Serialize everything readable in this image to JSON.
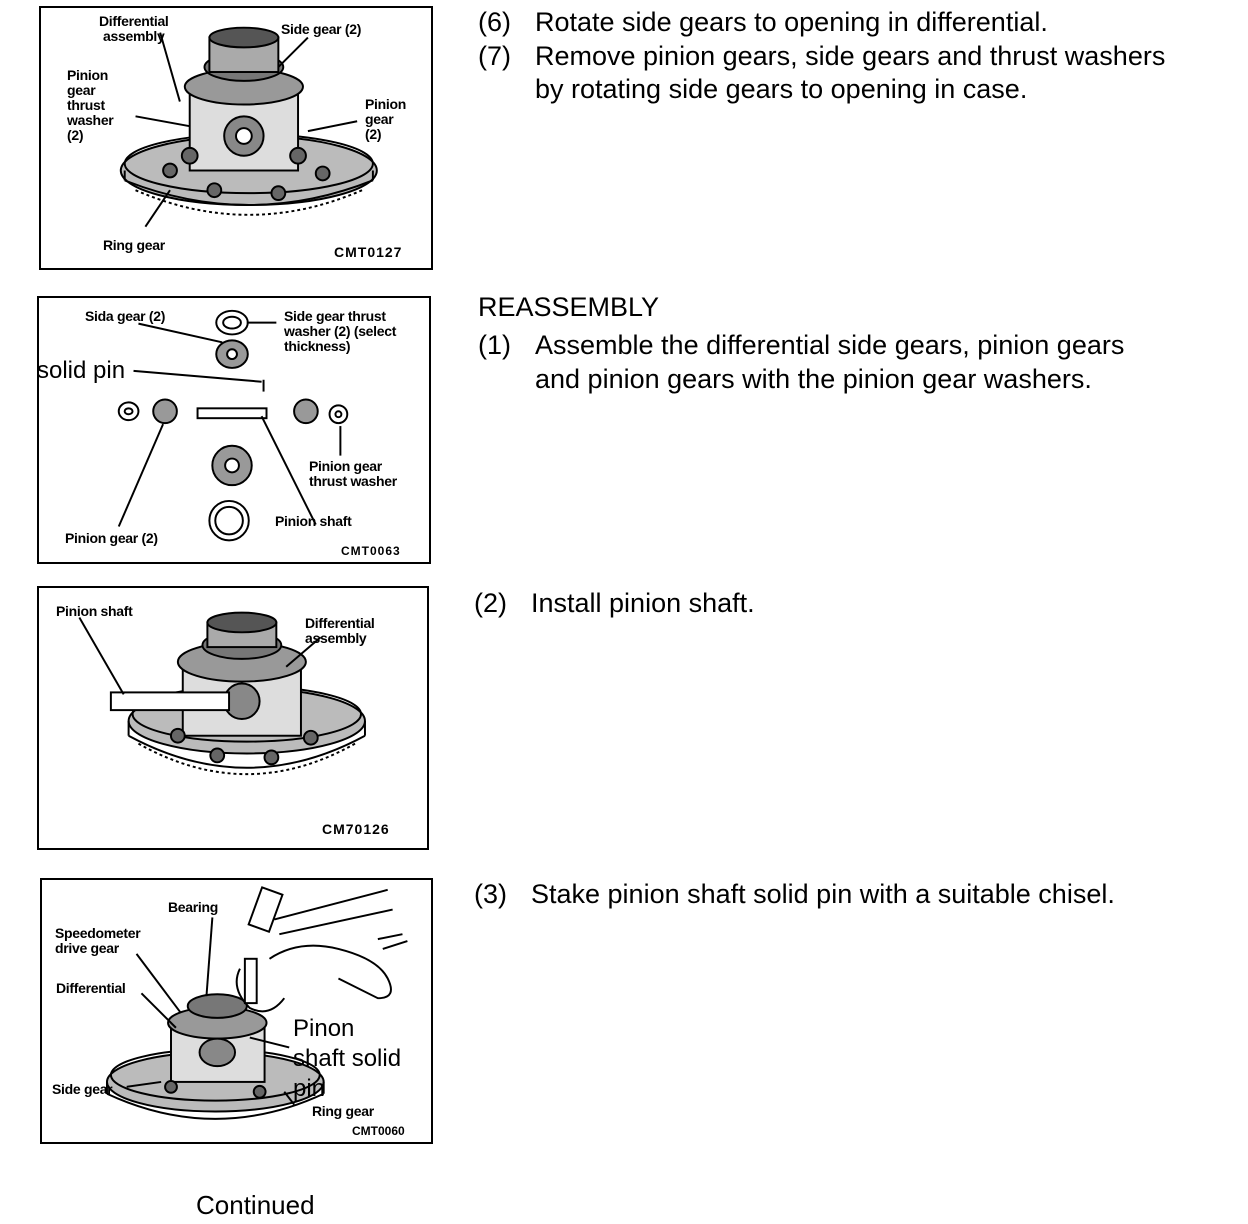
{
  "figures": [
    {
      "code": "CMT0127",
      "labels": {
        "differential_assembly": "Differential\nassembly",
        "side_gear": "Side gear (2)",
        "pinion_gear_thrust_washer": "Pinion\ngear\nthrust\nwasher\n(2)",
        "pinion_gear": "Pinion\ngear\n(2)",
        "ring_gear": "Ring gear"
      }
    },
    {
      "code": "CMT0063",
      "labels": {
        "side_gear": "Sida gear (2)",
        "side_gear_thrust_washer": "Side gear thrust\nwasher (2) (select\nthickness)",
        "solid_pin": "solid pin",
        "pinion_gear_thrust_washer": "Pinion gear\nthrust washer",
        "pinion_shaft": "Pinion shaft",
        "pinion_gear": "Pinion gear (2)"
      }
    },
    {
      "code": "CM70126",
      "labels": {
        "pinion_shaft": "Pinion shaft",
        "differential_assembly": "Differential\nassembly"
      }
    },
    {
      "code": "CMT0060",
      "labels": {
        "bearing": "Bearing",
        "speedometer_drive_gear": "Speedometer\ndrive gear",
        "differential": "Differential",
        "pinion_shaft_solid_pin": "Pinon\nshaft solid\npin",
        "side_gear": "Side gear",
        "ring_gear": "Ring gear"
      }
    }
  ],
  "steps": {
    "s6": {
      "num": "(6)",
      "text": "Rotate side gears to opening in differential."
    },
    "s7": {
      "num": "(7)",
      "text_line1": "Remove pinion gears, side gears and thrust washers",
      "text_line2": "by rotating side gears to opening in case."
    },
    "reassembly_heading": "REASSEMBLY",
    "r1": {
      "num": "(1)",
      "text_line1": "Assemble the differential side gears, pinion gears",
      "text_line2": "and pinion gears with the pinion gear washers."
    },
    "r2": {
      "num": "(2)",
      "text": "Install pinion shaft."
    },
    "r3": {
      "num": "(3)",
      "text": "Stake pinion shaft solid pin with a suitable chisel."
    }
  },
  "footer": "Continued"
}
